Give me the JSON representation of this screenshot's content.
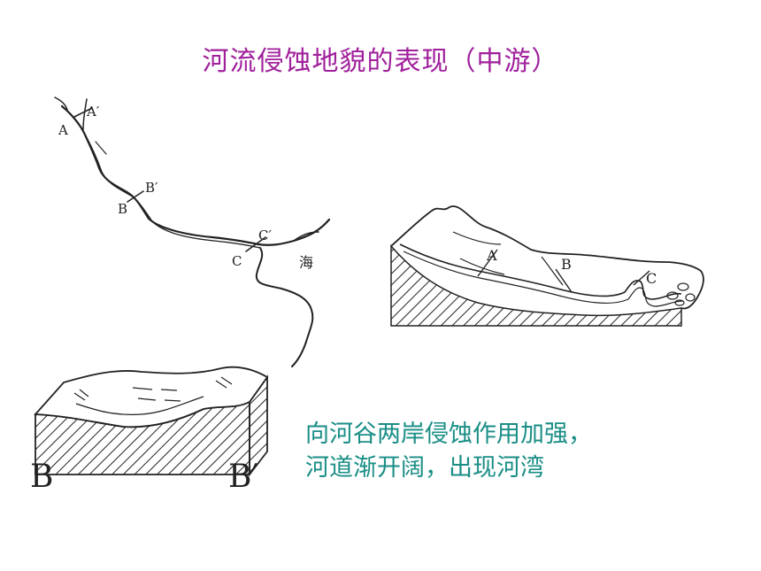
{
  "title": "河流侵蚀地貌的表现（中游）",
  "colors": {
    "title": "#a0209c",
    "caption": "#1a8e86",
    "line": "#222222"
  },
  "map": {
    "labels": {
      "a": "A",
      "a_prime": "A′",
      "b": "B",
      "b_prime": "B′",
      "c": "C",
      "c_prime": "C′",
      "sea": "海"
    }
  },
  "relief": {
    "labels": {
      "a": "A",
      "b": "B",
      "c": "C"
    }
  },
  "section": {
    "labels": {
      "b": "B",
      "b_prime": "B′"
    }
  },
  "caption": {
    "line1": "向河谷两岸侵蚀作用加强，",
    "line2": "河道渐开阔，出现河湾"
  }
}
